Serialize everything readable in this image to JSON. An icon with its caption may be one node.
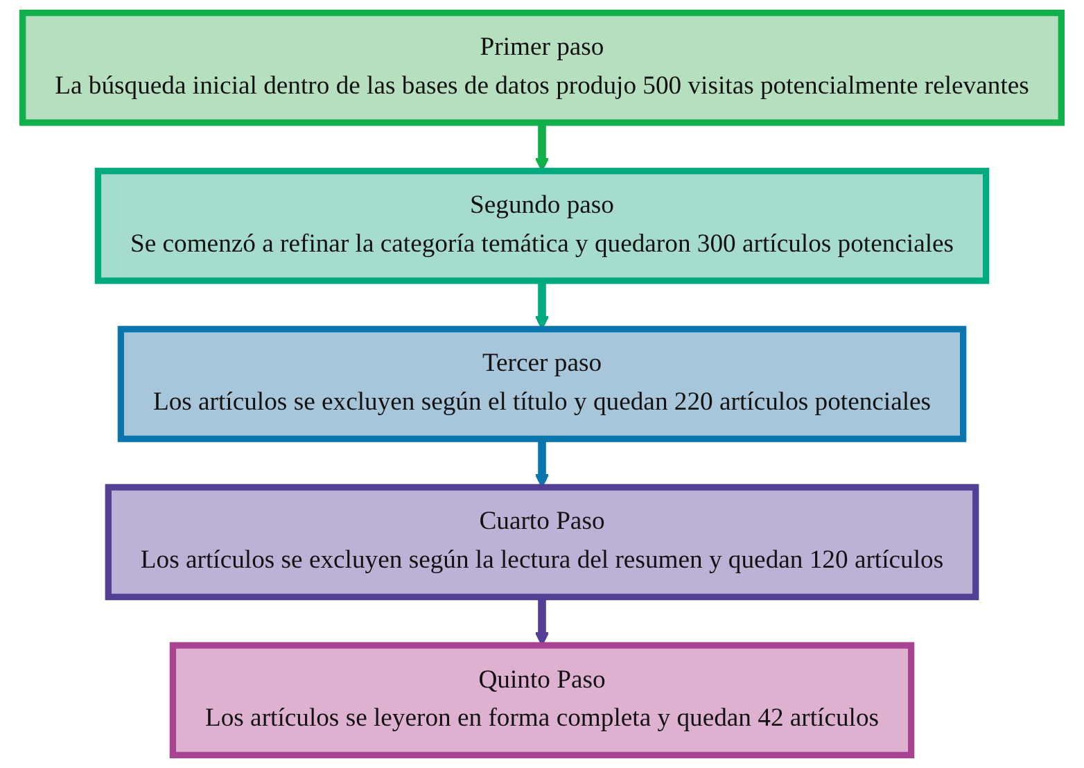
{
  "diagram": {
    "nodes": [
      {
        "text": [
          "Primer paso",
          "La búsqueda inicial dentro de las bases de datos produjo 500 visitas potencialmente relevantes"
        ]
      },
      {
        "text": [
          "Segundo paso",
          "Se comenzó a refinar la categoría temática y quedaron 300 artículos potenciales"
        ]
      },
      {
        "text": [
          "Tercer paso",
          "Los artículos se excluyen según el título y quedan 220 artículos potenciales"
        ]
      },
      {
        "text": [
          "Cuarto Paso",
          "Los artículos se excluyen según la lectura del resumen y quedan 120 artículos"
        ]
      },
      {
        "text": [
          "Quinto Paso",
          "Los artículos se leyeron en forma completa y quedan 42 artículos"
        ]
      }
    ],
    "edges": [
      {
        "from": 0,
        "to": 1,
        "arrow": "to",
        "color": "#12b04b"
      },
      {
        "from": 1,
        "to": 2,
        "arrow": "to",
        "color": "#00aa7f"
      },
      {
        "from": 2,
        "to": 3,
        "arrow": "to",
        "color": "#0a76ad"
      },
      {
        "from": 3,
        "to": 4,
        "arrow": "to",
        "color": "#533f94"
      }
    ]
  }
}
